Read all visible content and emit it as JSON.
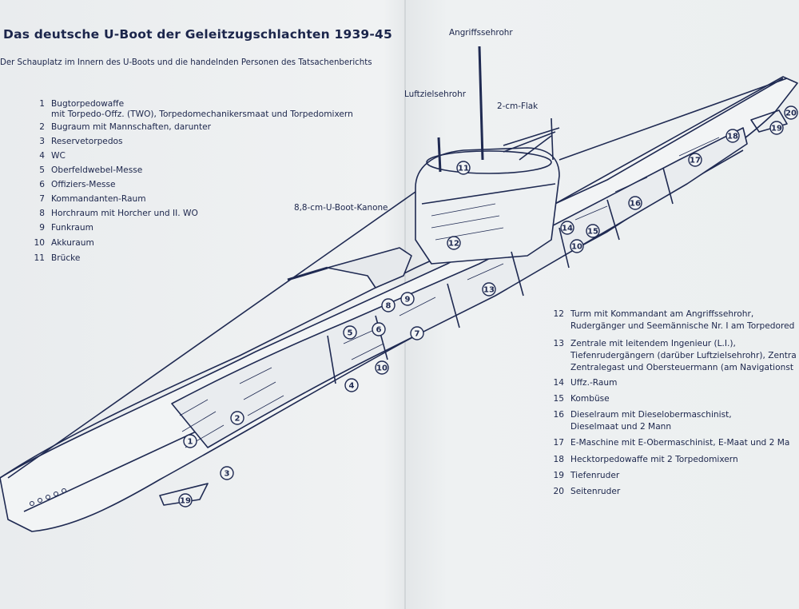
{
  "title": "Das deutsche U-Boot der Geleitzugschlachten 1939-45",
  "subtitle": "Der Schauplatz im Innern des U-Boots und die handelnden Personen des Tatsachenberichts",
  "legend_left": [
    {
      "num": "1",
      "text": "Bugtorpedowaffe",
      "text2": "mit Torpedo-Offz. (TWO), Torpedomechanikersmaat und Torpedomixern"
    },
    {
      "num": "2",
      "text": "Bugraum mit Mannschaften, darunter"
    },
    {
      "num": "3",
      "text": "Reservetorpedos"
    },
    {
      "num": "4",
      "text": "WC"
    },
    {
      "num": "5",
      "text": "Oberfeldwebel-Messe"
    },
    {
      "num": "6",
      "text": "Offiziers-Messe"
    },
    {
      "num": "7",
      "text": "Kommandanten-Raum"
    },
    {
      "num": "8",
      "text": "Horchraum mit Horcher und II. WO"
    },
    {
      "num": "9",
      "text": "Funkraum"
    },
    {
      "num": "10",
      "text": "Akkuraum"
    },
    {
      "num": "11",
      "text": "Brücke"
    }
  ],
  "legend_right": [
    {
      "num": "12",
      "text": "Turm mit Kommandant am Angriffssehrohr,",
      "text2": "Rudergänger und Seemännische Nr. I am Torpedored"
    },
    {
      "num": "13",
      "text": "Zentrale mit leitendem Ingenieur (L.I.),",
      "text2": "Tiefenrudergängern (darüber Luftzielsehrohr), Zentra",
      "text3": "Zentralegast und Obersteuermann (am Navigationst"
    },
    {
      "num": "14",
      "text": "Uffz.-Raum"
    },
    {
      "num": "15",
      "text": "Kombüse"
    },
    {
      "num": "16",
      "text": "Dieselraum mit Dieselobermaschinist,",
      "text2": "Dieselmaat und 2 Mann"
    },
    {
      "num": "17",
      "text": "E-Maschine mit E-Obermaschinist, E-Maat und 2 Ma"
    },
    {
      "num": "18",
      "text": "Hecktorpedowaffe mit 2 Torpedomixern"
    },
    {
      "num": "19",
      "text": "Tiefenruder"
    },
    {
      "num": "20",
      "text": "Seitenruder"
    }
  ],
  "labels": {
    "angriffssehrohr": "Angriffssehrohr",
    "luftzielsehrohr": "Luftzielsehrohr",
    "flak": "2-cm-Flak",
    "kanone": "8,8-cm-U-Boot-Kanone"
  },
  "callouts": [
    "1",
    "2",
    "3",
    "4",
    "5",
    "6",
    "7",
    "8",
    "9",
    "10",
    "10",
    "11",
    "12",
    "13",
    "14",
    "15",
    "16",
    "17",
    "18",
    "19",
    "19",
    "20"
  ],
  "colors": {
    "ink": "#1f2a52",
    "paper": "#eef1f2"
  }
}
